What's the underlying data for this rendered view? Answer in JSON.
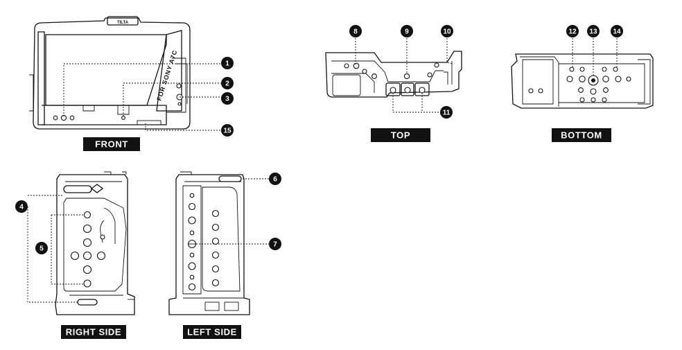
{
  "views": {
    "front": "FRONT",
    "top": "TOP",
    "bottom": "BOTTOM",
    "right_side": "RIGHT SIDE",
    "left_side": "LEFT SIDE"
  },
  "engraving": "FOR SONY A7C",
  "logo_text": "TILTA",
  "callouts": {
    "c1": "1",
    "c2": "2",
    "c3": "3",
    "c4": "4",
    "c5": "5",
    "c6": "6",
    "c7": "7",
    "c8": "8",
    "c9": "9",
    "c10": "10",
    "c11": "11",
    "c12": "12",
    "c13": "13",
    "c14": "14",
    "c15": "15"
  },
  "colors": {
    "ink": "#111111",
    "label_bg": "#111111",
    "label_text": "#ffffff"
  }
}
